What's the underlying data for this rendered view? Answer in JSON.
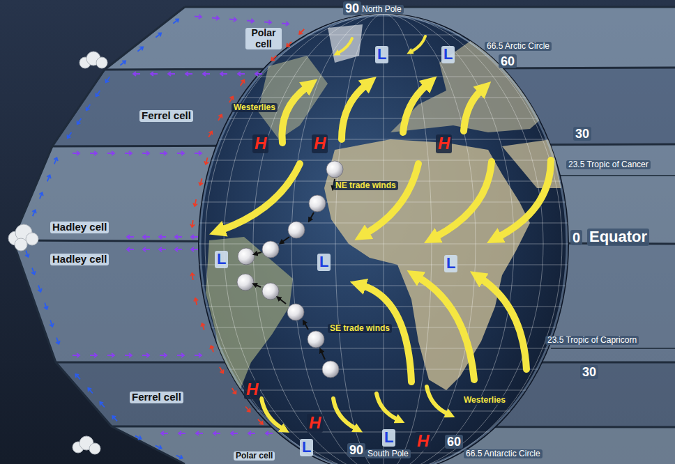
{
  "diagram": {
    "labels": [
      "Polar cell",
      "90",
      "North Pole",
      "66.5 Arctic Circle",
      "60",
      "Ferrel cell",
      "Westerlies",
      "H",
      "H",
      "H",
      "L",
      "L",
      "30",
      "23.5 Tropic of Cancer",
      "NE trade winds",
      "Hadley cell",
      "L",
      "L",
      "L",
      "0",
      "Equator",
      "Hadley cell",
      "SE trade winds",
      "23.5 Tropic of Capricorn",
      "H",
      "30",
      "H",
      "H",
      "Ferrel cell",
      "Westerlies",
      "60",
      "L",
      "L",
      "66.5 Antarctic Circle",
      "90",
      "South Pole",
      "Polar cell"
    ]
  }
}
